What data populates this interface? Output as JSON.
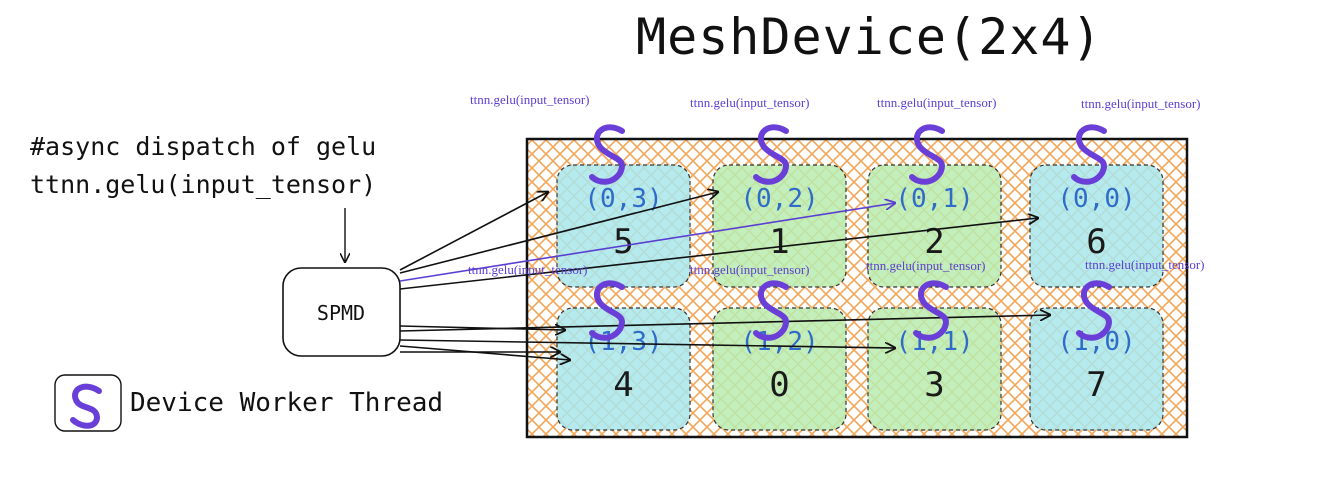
{
  "title": "MeshDevice(2x4)",
  "code_comment": "#async dispatch of gelu",
  "code_call": "ttnn.gelu(input_tensor)",
  "dispatcher": {
    "label": "SPMD"
  },
  "legend": {
    "icon": "worker-thread-s-icon",
    "label": "Device Worker Thread"
  },
  "colors": {
    "mesh_hatch": "#f2a65a",
    "cell_cyan": "#a8e6ec",
    "cell_green": "#b8ecb0",
    "thread": "#6a3fd8",
    "coord_text": "#2f6bc8",
    "arrow": "#111111",
    "highlight_arrow": "#5b3fd1"
  },
  "devices": [
    {
      "coord": "(0,3)",
      "id": "5"
    },
    {
      "coord": "(0,2)",
      "id": "1"
    },
    {
      "coord": "(0,1)",
      "id": "2"
    },
    {
      "coord": "(0,0)",
      "id": "6"
    },
    {
      "coord": "(1,3)",
      "id": "4"
    },
    {
      "coord": "(1,2)",
      "id": "0"
    },
    {
      "coord": "(1,1)",
      "id": "3"
    },
    {
      "coord": "(1,0)",
      "id": "7"
    }
  ],
  "worker_calls": [
    "ttnn.gelu(input_tensor)",
    "ttnn.gelu(input_tensor)",
    "ttnn.gelu(input_tensor)",
    "ttnn.gelu(input_tensor)",
    "ttnn.gelu(input_tensor)",
    "ttnn.gelu(input_tensor)",
    "ttnn.gelu(input_tensor)",
    "ttnn.gelu(input_tensor)"
  ]
}
